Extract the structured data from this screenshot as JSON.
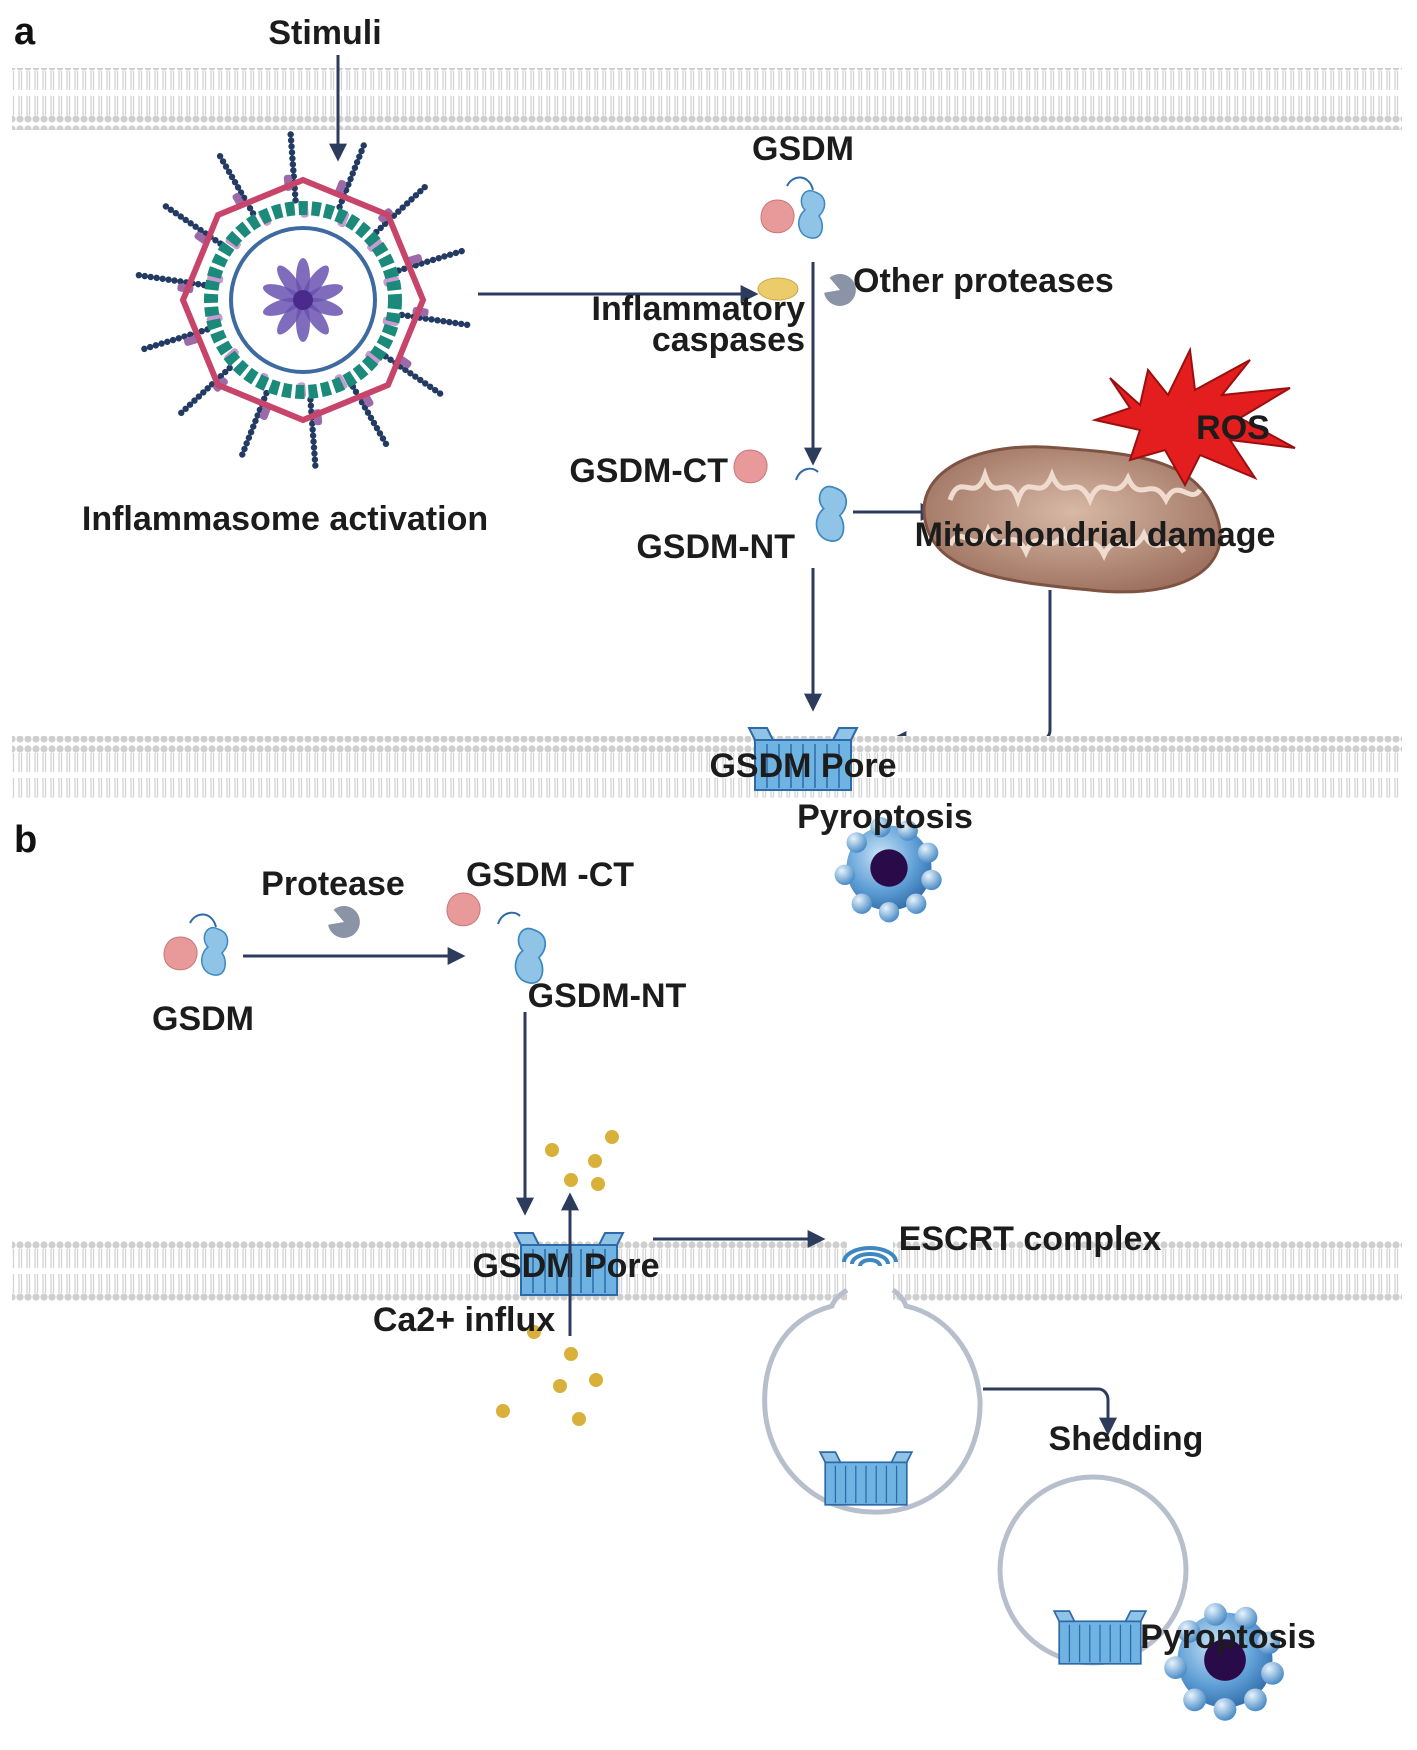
{
  "panel_a": {
    "panel_label": "a",
    "stimuli": "Stimuli",
    "inflammasome_activation": "Inflammasome activation",
    "gsdm": "GSDM",
    "other_proteases": "Other proteases",
    "inflammatory_caspases_line1": "Inflammatory",
    "inflammatory_caspases_line2": "caspases",
    "gsdm_ct": "GSDM-CT",
    "gsdm_nt": "GSDM-NT",
    "ros": "ROS",
    "mitochondrial_damage": "Mitochondrial damage",
    "gsdm_pore": "GSDM Pore",
    "pyroptosis": "Pyroptosis"
  },
  "panel_b": {
    "panel_label": "b",
    "protease": "Protease",
    "gsdm_ct": "GSDM -CT",
    "gsdm": "GSDM",
    "gsdm_nt": "GSDM-NT",
    "gsdm_pore": "GSDM Pore",
    "ca_influx": "Ca2+ influx",
    "escrt_complex": "ESCRT complex",
    "shedding": "Shedding",
    "pyroptosis": "Pyroptosis"
  },
  "colors": {
    "arrow": "#2d3b5c",
    "gsdm_nt": "#8fc4e6",
    "gsdm_ct": "#e8999a",
    "caspase": "#eccb6a",
    "protease": "#8b93a6",
    "ros": "#e41e1e",
    "mitochondria": "#b98e7a",
    "membrane": "#d4d4d4",
    "calcium": "#d9b03a",
    "cell": "#2f6aa8",
    "nucleus": "#2a0b4a"
  }
}
